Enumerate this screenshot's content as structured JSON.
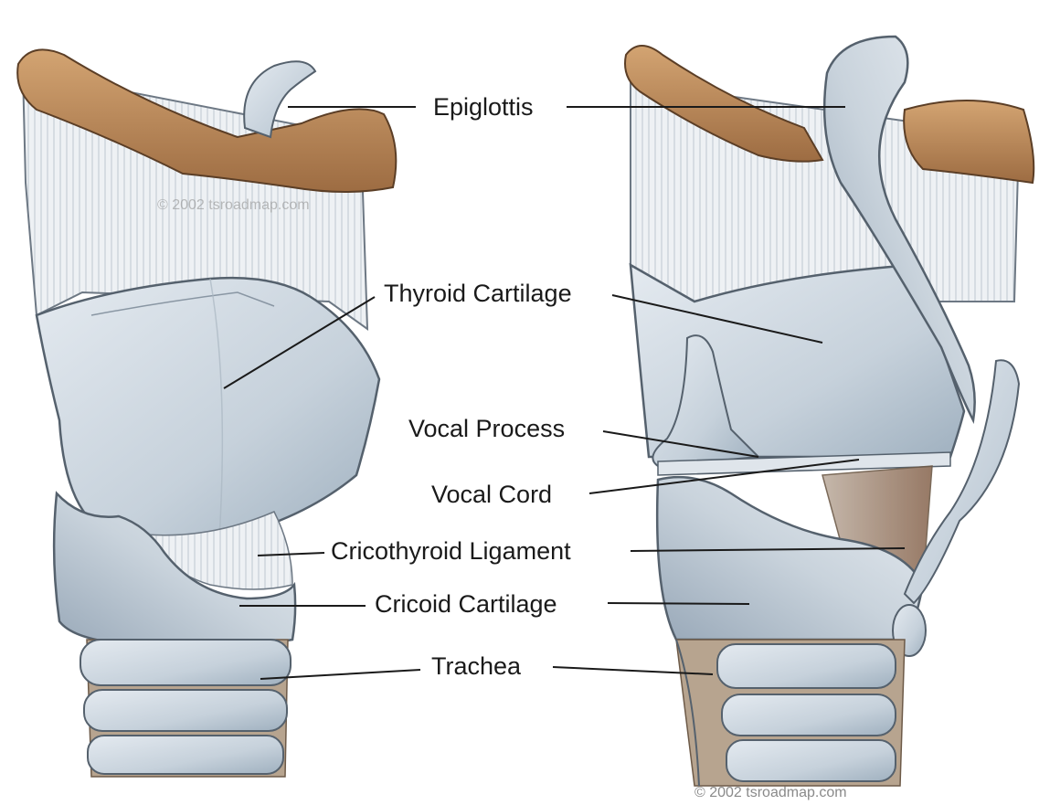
{
  "labels": {
    "epiglottis": "Epiglottis",
    "thyroid_cartilage": "Thyroid Cartilage",
    "vocal_process": "Vocal Process",
    "vocal_cord": "Vocal Cord",
    "cricothyroid_ligament": "Cricothyroid Ligament",
    "cricoid_cartilage": "Cricoid Cartilage",
    "trachea": "Trachea"
  },
  "watermarks": {
    "inline": "© 2002 tsroadmap.com",
    "footer": "© 2002 tsroadmap.com"
  },
  "colors": {
    "cartilage": "#c9d3dc",
    "cartilage_dark": "#8e9cab",
    "bone": "#b98a5c",
    "tissue": "#a88a74",
    "leader": "#1a1a1a"
  }
}
